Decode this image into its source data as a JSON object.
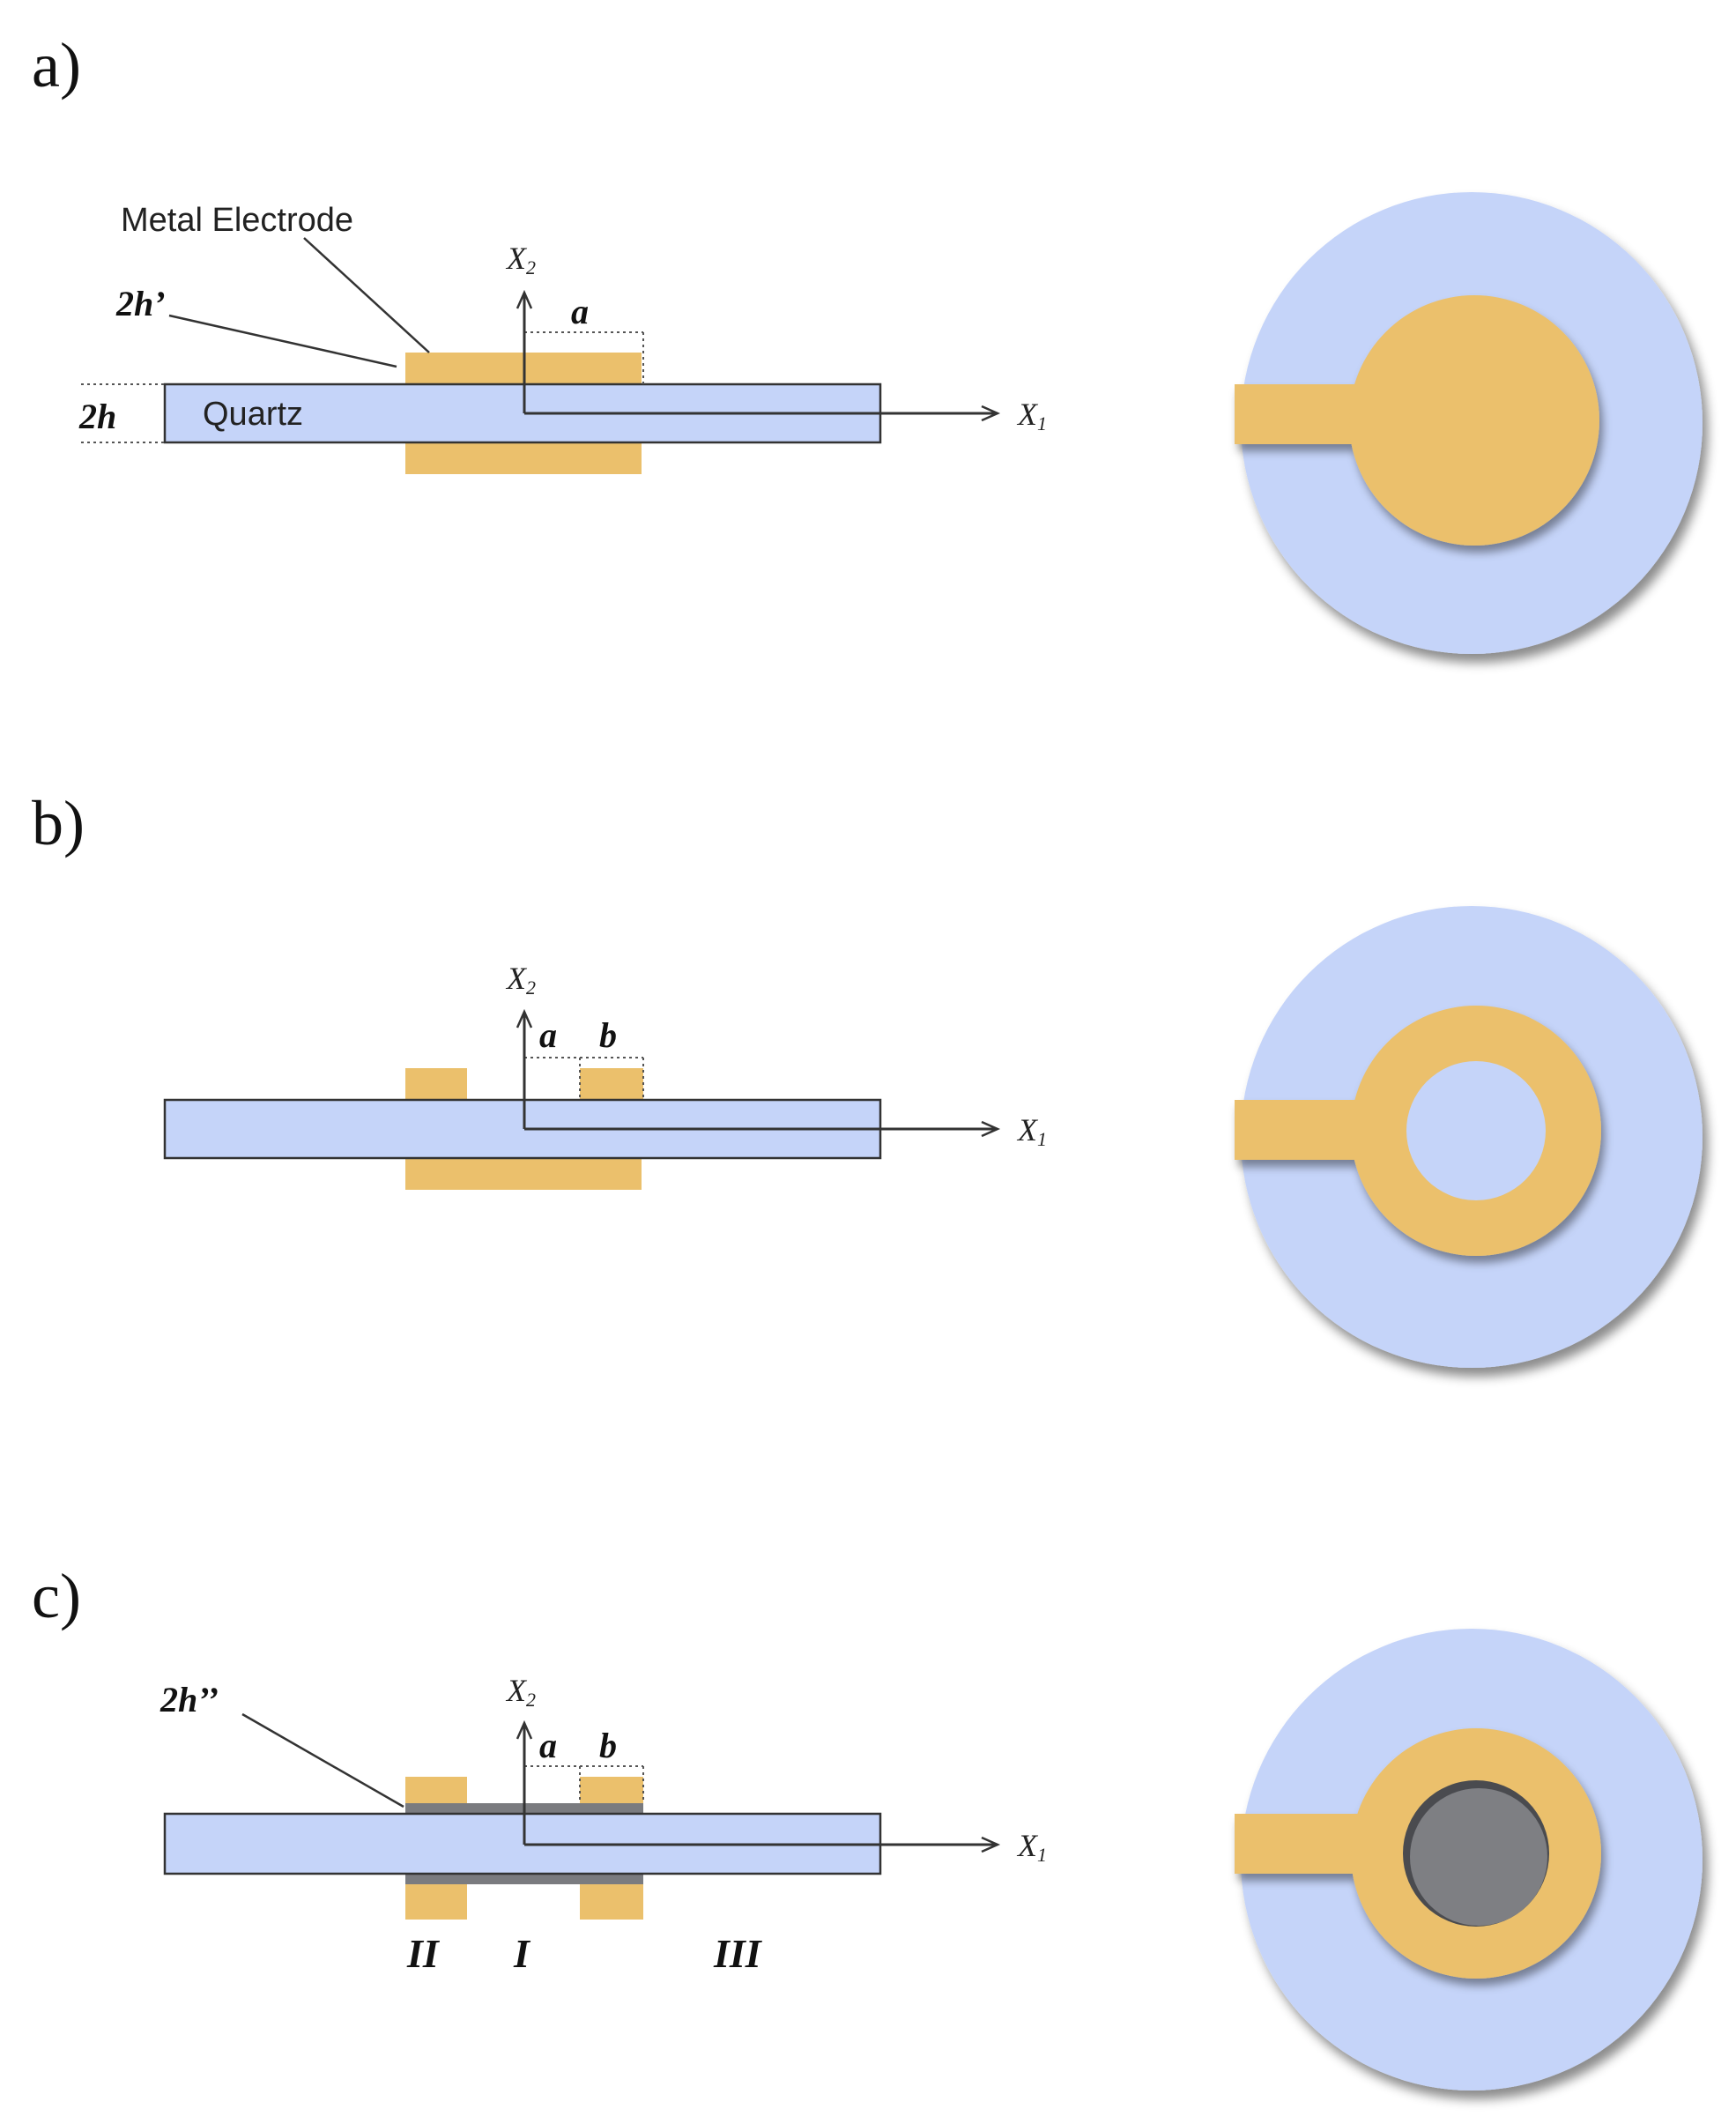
{
  "colors": {
    "quartz": "#c5d4f9",
    "electrode": "#ebc06c",
    "dark_layer": "#7a7b7f",
    "center_grey": "#7e7f83",
    "outline": "#333333"
  },
  "panels": [
    {
      "label": "a)",
      "electrode_label": "Metal Electrode",
      "electrode_thickness_label": "2h’",
      "quartz_label": "Quartz",
      "quartz_thickness_label": "2h",
      "x1_label": "X",
      "x1_sub": "1",
      "x2_label": "X",
      "x2_sub": "2",
      "dim_a": "a"
    },
    {
      "label": "b)",
      "x1_label": "X",
      "x1_sub": "1",
      "x2_label": "X",
      "x2_sub": "2",
      "dim_a": "a",
      "dim_b": "b"
    },
    {
      "label": "c)",
      "layer_thickness_label": "2h’’",
      "x1_label": "X",
      "x1_sub": "1",
      "x2_label": "X",
      "x2_sub": "2",
      "dim_a": "a",
      "dim_b": "b",
      "region_labels": [
        "II",
        "I",
        "III"
      ]
    }
  ]
}
